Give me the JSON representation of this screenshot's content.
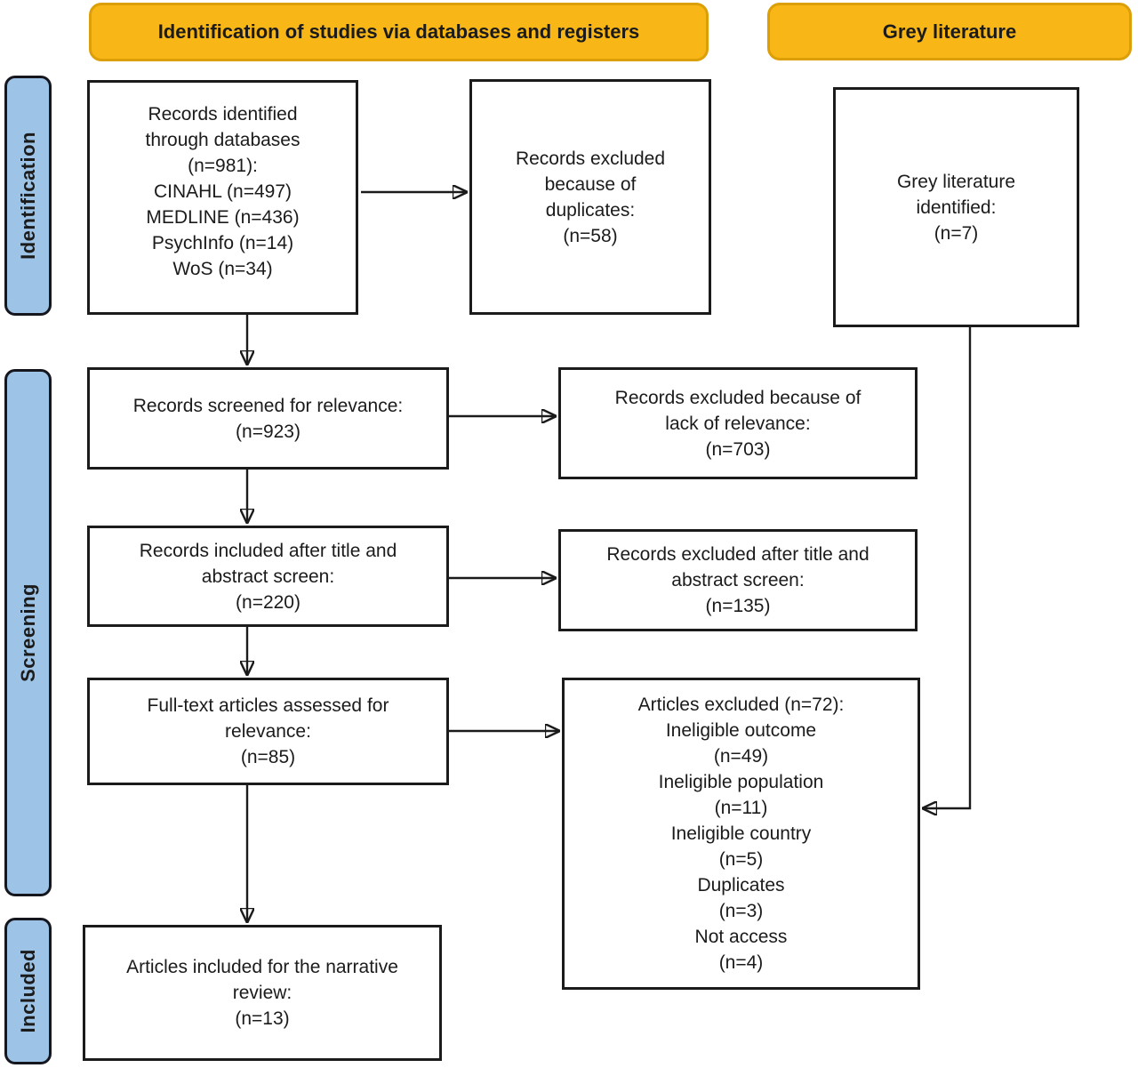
{
  "headers": {
    "databases_registers": "Identification of studies via databases and registers",
    "grey_literature": "Grey literature"
  },
  "sidebar": {
    "identification": "Identification",
    "screening": "Screening",
    "included": "Included"
  },
  "boxes": {
    "records_identified": "Records identified\nthrough databases\n(n=981):\nCINAHL (n=497)\nMEDLINE (n=436)\nPsychInfo (n=14)\nWoS (n=34)",
    "duplicates_excluded": "Records excluded\nbecause of\nduplicates:\n(n=58)",
    "grey_identified": "Grey literature\nidentified:\n(n=7)",
    "screened_relevance": "Records screened for relevance:\n(n=923)",
    "excluded_lack_relevance": "Records excluded because of\nlack of relevance:\n(n=703)",
    "included_title_abstract": "Records included after title and\nabstract screen:\n(n=220)",
    "excluded_title_abstract": "Records excluded after title and\nabstract screen:\n(n=135)",
    "fulltext_assessed": "Full-text articles assessed for\nrelevance:\n(n=85)",
    "articles_excluded": "Articles excluded (n=72):\nIneligible outcome\n(n=49)\nIneligible population\n(n=11)\nIneligible country\n(n=5)\nDuplicates\n(n=3)\nNot access\n(n=4)",
    "included_narrative": "Articles included for the narrative\nreview:\n(n=13)"
  },
  "colors": {
    "header_fill": "#F8B717",
    "header_border": "#DD9F07",
    "sidebar_fill": "#9DC3E6",
    "sidebar_border": "#16161E",
    "box_border": "#1B1B1B",
    "box_fill": "#FFFFFF",
    "text": "#1B1B1B",
    "arrow": "#1B1B1B"
  }
}
